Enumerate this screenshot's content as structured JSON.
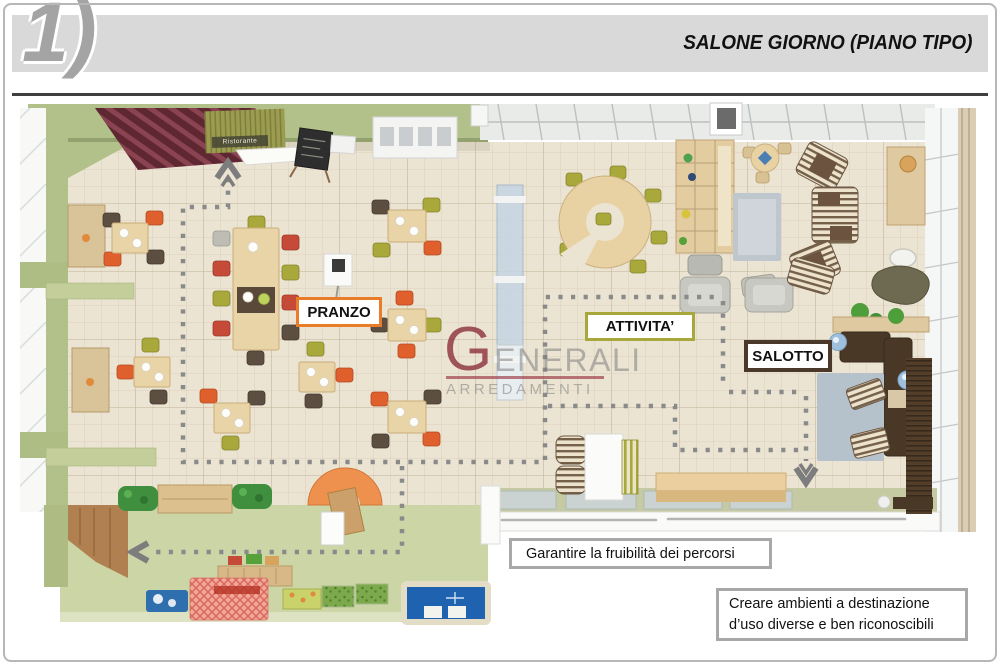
{
  "header": {
    "number": "1)",
    "title": "SALONE GIORNO (PIANO TIPO)"
  },
  "plan": {
    "zone_labels": [
      {
        "id": "pranzo",
        "label": "PRANZO",
        "accent_color": "#E87C28"
      },
      {
        "id": "attivita",
        "label": "ATTIVITA’",
        "accent_color": "#A7A73B"
      },
      {
        "id": "salotto",
        "label": "SALOTTO",
        "accent_color": "#4A392B"
      }
    ],
    "wall_sign": {
      "label": "Ristorante"
    },
    "route_color": "#8A8A8A"
  },
  "notes": [
    {
      "text": "Garantire la fruibilità dei percorsi"
    },
    {
      "text": "Creare ambienti a destinazione d’uso diverse e ben riconoscibili"
    }
  ],
  "watermark": {
    "initial": "G",
    "name_rest": "ENERALI",
    "subtitle": "ARREDAMENTI"
  }
}
